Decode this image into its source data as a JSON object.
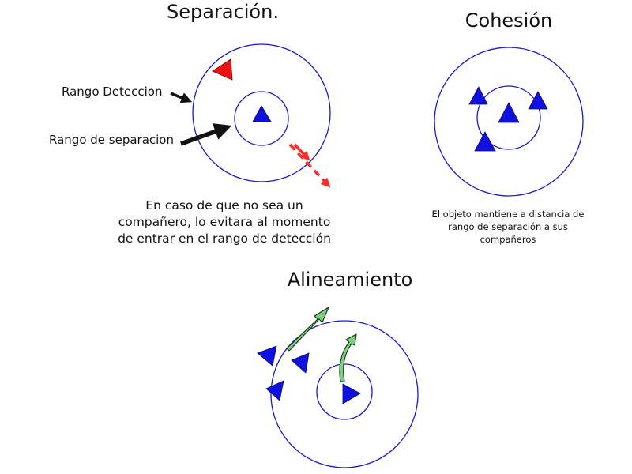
{
  "colors": {
    "ring": "#1a1acc",
    "agent": "#1010e0",
    "agent_stroke": "#0a0a6a",
    "intruder": "#ee1111",
    "pointer": "#111111",
    "avoid_path": "#ff2a2a",
    "align_arrow": "#7fcf7f",
    "align_arrow_stroke": "#123312"
  },
  "icons": {
    "agent": "triangle-icon",
    "pointer": "arrow-icon",
    "heading": "curved-arrow-icon"
  },
  "separation": {
    "title": "Separación.",
    "detection_label": "Rango Deteccion",
    "separation_label": "Rango de separacion",
    "caption": [
      "En caso de que no sea un",
      "compañero, lo evitara al momento",
      "de entrar en el rango de detección"
    ]
  },
  "cohesion": {
    "title": "Cohesión",
    "caption": [
      "El objeto mantiene a distancia de",
      "rango de separación a sus",
      "compañeros"
    ]
  },
  "alignment": {
    "title": "Alineamiento"
  }
}
